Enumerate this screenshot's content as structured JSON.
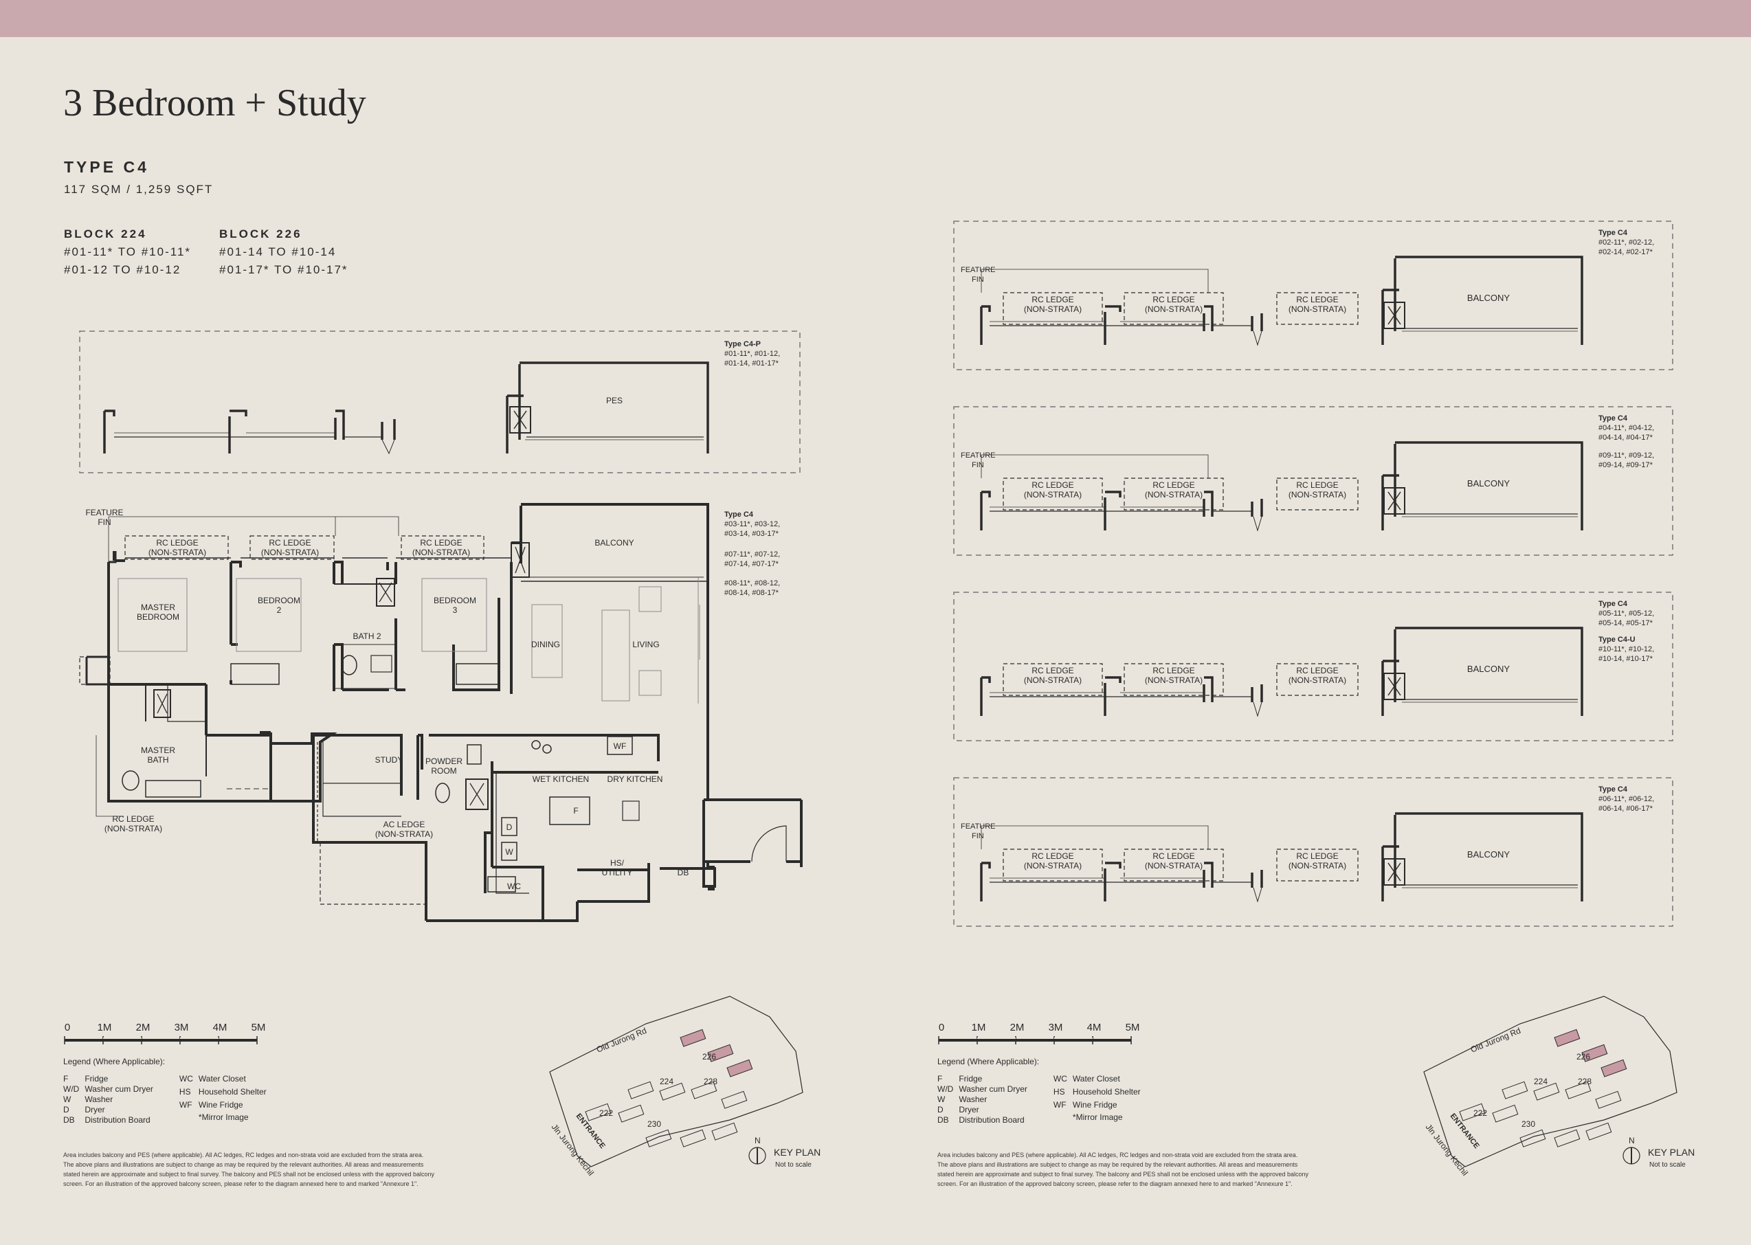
{
  "title": "3 Bedroom + Study",
  "unit_type": "TYPE C4",
  "area": "117 SQM / 1,259 SQFT",
  "blocks": [
    {
      "name": "BLOCK 224",
      "units": [
        "#01-11* TO #10-11*",
        "#01-12 TO #10-12"
      ]
    },
    {
      "name": "BLOCK 226",
      "units": [
        "#01-14 TO #10-14",
        "#01-17* TO #10-17*"
      ]
    }
  ],
  "main_plan": {
    "type_tag": "Type C4",
    "type_units": [
      "#03-11*, #03-12,",
      "#03-14, #03-17*",
      "#07-11*, #07-12,",
      "#07-14, #07-17*",
      "#08-11*, #08-12,",
      "#08-14, #08-17*"
    ],
    "feature_fin": [
      "FEATURE",
      "FIN"
    ],
    "rc_ledge": [
      "RC LEDGE",
      "(NON-STRATA)"
    ],
    "rooms": {
      "master_bedroom": [
        "MASTER",
        "BEDROOM"
      ],
      "bedroom2": [
        "BEDROOM",
        "2"
      ],
      "bath2": "BATH 2",
      "bedroom3": [
        "BEDROOM",
        "3"
      ],
      "balcony": "BALCONY",
      "dining": "DINING",
      "living": "LIVING",
      "master_bath": [
        "MASTER",
        "BATH"
      ],
      "study": "STUDY",
      "powder_room": [
        "POWDER",
        "ROOM"
      ],
      "wf": "WF",
      "wet_kitchen": "WET KITCHEN",
      "dry_kitchen": "DRY KITCHEN",
      "fridge": "F",
      "dryer": "D",
      "washer": "W",
      "wc": "WC",
      "hs_utility": [
        "HS/",
        "UTILITY"
      ],
      "db": "DB",
      "ac_ledge": [
        "AC LEDGE",
        "(NON-STRATA)"
      ]
    }
  },
  "pes_plan": {
    "type_tag": "Type C4-P",
    "type_units": [
      "#01-11*, #01-12,",
      "#01-14, #01-17*"
    ],
    "pes": "PES"
  },
  "right_plans": [
    {
      "type_tag": "Type C4",
      "units": [
        "#02-11*, #02-12,",
        "#02-14, #02-17*"
      ],
      "fin": true,
      "balcony": "BALCONY"
    },
    {
      "type_tag": "Type C4",
      "units": [
        "#04-11*, #04-12,",
        "#04-14, #04-17*",
        "",
        "#09-11*, #09-12,",
        "#09-14, #09-17*"
      ],
      "fin": true,
      "balcony": "BALCONY"
    },
    {
      "type_tag": "Type C4",
      "units": [
        "#05-11*, #05-12,",
        "#05-14, #05-17*"
      ],
      "type_tag2": "Type C4-U",
      "units2": [
        "#10-11*, #10-12,",
        "#10-14, #10-17*"
      ],
      "fin": false,
      "balcony": "BALCONY"
    },
    {
      "type_tag": "Type C4",
      "units": [
        "#06-11*, #06-12,",
        "#06-14, #06-17*"
      ],
      "fin": true,
      "balcony": "BALCONY"
    }
  ],
  "scale": [
    "0",
    "1M",
    "2M",
    "3M",
    "4M",
    "5M"
  ],
  "legend": {
    "title": "Legend (Where Applicable):",
    "left": [
      [
        "F",
        "Fridge"
      ],
      [
        "W/D",
        "Washer cum Dryer"
      ],
      [
        "W",
        "Washer"
      ],
      [
        "D",
        "Dryer"
      ],
      [
        "DB",
        "Distribution Board"
      ]
    ],
    "right": [
      [
        "WC",
        "Water Closet"
      ],
      [
        "HS",
        "Household Shelter"
      ],
      [
        "WF",
        "Wine Fridge"
      ],
      [
        "",
        "*Mirror Image"
      ]
    ]
  },
  "disclaimer": "Area includes balcony and PES (where applicable). All AC ledges, RC ledges and non-strata void are excluded from the strata area. The above plans and illustrations are subject to change as may be required by the relevant authorities. All areas and measurements stated herein are approximate and subject to final survey. The balcony and PES shall not be enclosed unless with the approved balcony screen. For an illustration of the approved balcony screen, please refer to the diagram annexed here to and marked \"Annexure 1\".",
  "key_plan": {
    "road_top": "Old Jurong Rd",
    "road_bottom": "Jln Jurong Kechil",
    "entrance": "ENTRANCE",
    "blocks": [
      "226",
      "224",
      "228",
      "222",
      "230"
    ],
    "north": "N",
    "label": "KEY PLAN",
    "sub": "Not to scale"
  },
  "colors": {
    "topbar": "#c9a8ae",
    "background": "#e9e5dc",
    "highlight": "#c79aa4",
    "ink": "#2b2b2b"
  }
}
